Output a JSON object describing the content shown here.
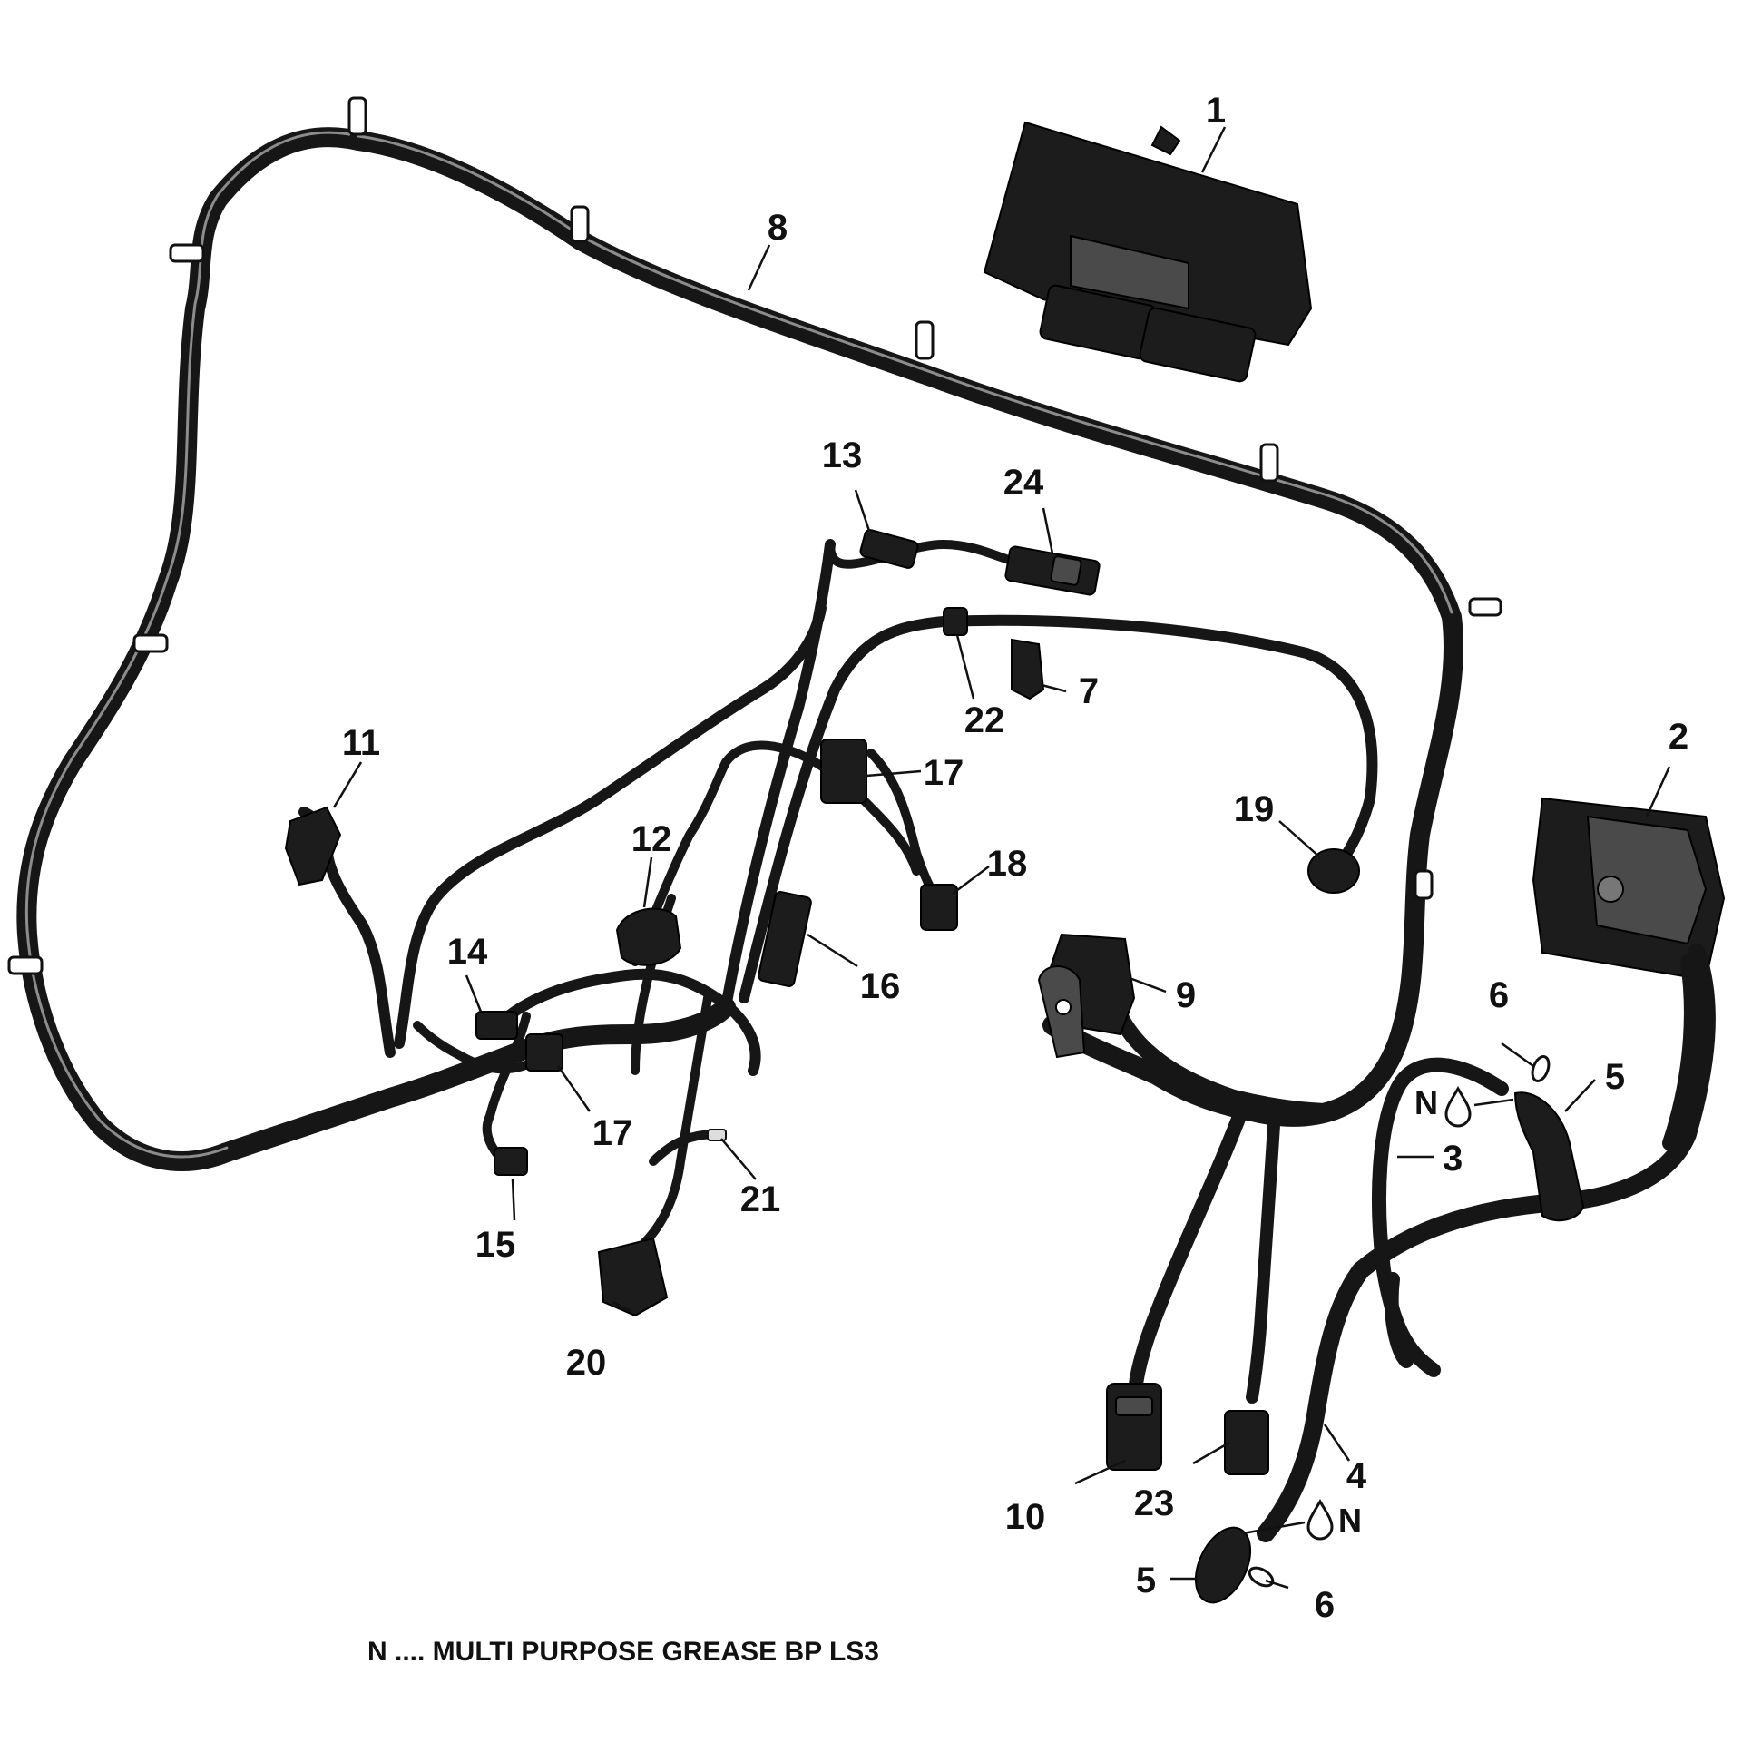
{
  "callouts": {
    "c1": "1",
    "c2": "2",
    "c3": "3",
    "c4": "4",
    "c5a": "5",
    "c5b": "5",
    "c6a": "6",
    "c6b": "6",
    "c7": "7",
    "c8": "8",
    "c9": "9",
    "c10": "10",
    "c11": "11",
    "c12": "12",
    "c13": "13",
    "c14": "14",
    "c15": "15",
    "c16": "16",
    "c17a": "17",
    "c17b": "17",
    "c18": "18",
    "c19": "19",
    "c20": "20",
    "c21": "21",
    "c22": "22",
    "c23": "23",
    "c24": "24"
  },
  "grease_marks": {
    "upper": "N",
    "lower": "N",
    "drop_icon": "grease-drop-icon"
  },
  "footnote": "N .... MULTI PURPOSE GREASE BP LS3"
}
